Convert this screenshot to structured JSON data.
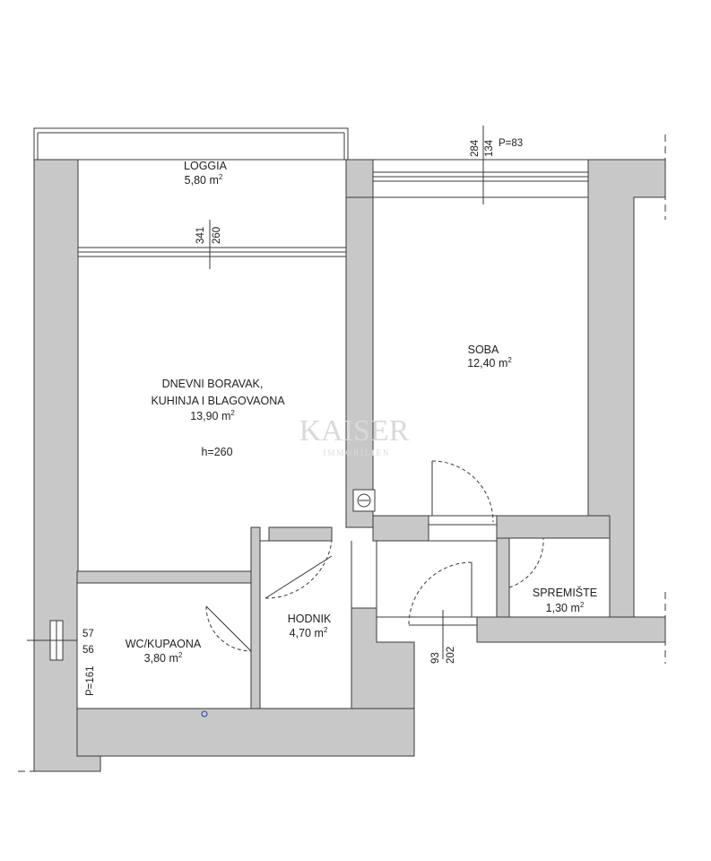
{
  "rooms": {
    "loggia": {
      "name": "LOGGIA",
      "area": "5,80 m",
      "sup": "2"
    },
    "living": {
      "name1": "DNEVNI BORAVAK,",
      "name2": "KUHINJA I BLAGOVAONA",
      "area": "13,90 m",
      "sup": "2",
      "height": "h=260"
    },
    "soba": {
      "name": "SOBA",
      "area": "12,40 m",
      "sup": "2"
    },
    "spremiste": {
      "name": "SPREMIŠTE",
      "area": "1,30 m",
      "sup": "2"
    },
    "hodnik": {
      "name": "HODNIK",
      "area": "4,70 m",
      "sup": "2"
    },
    "wc": {
      "name": "WC/KUPAONA",
      "area": "3,80 m",
      "sup": "2"
    }
  },
  "dimensions": {
    "loggia_window": {
      "a": "341",
      "b": "260"
    },
    "soba_window": {
      "a": "284",
      "b": "134",
      "p": "P=83"
    },
    "door_hall": {
      "a": "93",
      "b": "202"
    },
    "wc_window": {
      "a": "57",
      "b": "56",
      "p": "P=161"
    }
  },
  "watermark": {
    "brand": "KAISER",
    "sub": "IMMOBILIEN"
  },
  "colors": {
    "wall": "#c8c8c8",
    "line": "#3a3a3a"
  }
}
